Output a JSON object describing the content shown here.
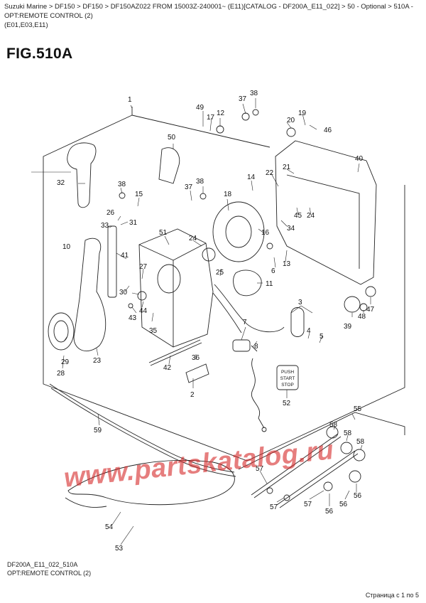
{
  "breadcrumb": {
    "line1": "Suzuki Marine > DF150 > DF150 > DF150AZ022 FROM 15003Z-240001~ (E11)[CATALOG - DF200A_E11_022] > 50 - Optional > 510A - OPT:REMOTE CONTROL (2)",
    "line2": "(E01,E03,E11)"
  },
  "figure": {
    "title": "FIG.510A"
  },
  "callouts": {
    "c1": "1",
    "c2": "2",
    "c3": "3",
    "c4": "4",
    "c5": "5",
    "c6": "6",
    "c7": "7",
    "c8": "8",
    "c10": "10",
    "c11": "11",
    "c12": "12",
    "c13": "13",
    "c14": "14",
    "c15": "15",
    "c16": "16",
    "c17": "17",
    "c18": "18",
    "c19": "19",
    "c20": "20",
    "c21": "21",
    "c22": "22",
    "c23": "23",
    "c24a": "24",
    "c24b": "24",
    "c25": "25",
    "c26": "26",
    "c27": "27",
    "c28": "28",
    "c29": "29",
    "c30": "30",
    "c31": "31",
    "c32": "32",
    "c33": "33",
    "c34": "34",
    "c35": "35",
    "c36": "36",
    "c37a": "37",
    "c37b": "37",
    "c38a": "38",
    "c38b": "38",
    "c38c": "38",
    "c39": "39",
    "c40": "40",
    "c41": "41",
    "c42": "42",
    "c43": "43",
    "c44": "44",
    "c45": "45",
    "c46": "46",
    "c47": "47",
    "c48": "48",
    "c49": "49",
    "c50": "50",
    "c51": "51",
    "c52": "52",
    "c53": "53",
    "c54": "54",
    "c55": "55",
    "c56a": "56",
    "c56b": "56",
    "c56c": "56",
    "c57a": "57",
    "c57b": "57",
    "c57c": "57",
    "c58a": "58",
    "c58b": "58",
    "c58c": "58",
    "c59": "59"
  },
  "push_button": {
    "line1": "PUSH",
    "line2": "START",
    "line3": "STOP"
  },
  "watermark": "www.partskatalog.ru",
  "footer": {
    "code": "DF200A_E11_022_510A",
    "label": "OPT:REMOTE CONTROL (2)",
    "page_info": "Страница с 1 по 5"
  }
}
